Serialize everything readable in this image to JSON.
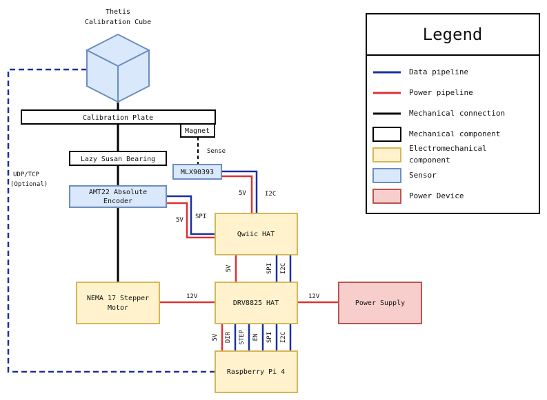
{
  "title": [
    "Thetis",
    "Calibration Cube"
  ],
  "colors": {
    "data": "#1a2fa0",
    "power": "#e03030",
    "mechanical": "#000000",
    "sensor_fill": "#dae8fc",
    "sensor_stroke": "#6c8ebf",
    "electro_fill": "#fff2cc",
    "electro_stroke": "#d6b656",
    "power_fill": "#f8cecc",
    "power_stroke": "#b85450"
  },
  "components": {
    "calibration_plate": "Calibration Plate",
    "magnet": "Magnet",
    "lazy_susan": "Lazy Susan Bearing",
    "mlx": "MLX90393",
    "amt22": [
      "AMT22 Absolute",
      "Encoder"
    ],
    "qwiic": "Qwiic HAT",
    "nema": [
      "NEMA 17 Stepper",
      "Motor"
    ],
    "drv": "DRV8825 HAT",
    "power_supply": "Power Supply",
    "rpi": "Raspberry Pi 4"
  },
  "labels": {
    "sense": "Sense",
    "udp": [
      "UDP/TCP",
      "(Optional)"
    ],
    "mlx_5v": "5V",
    "mlx_i2c": "I2C",
    "enc_5v": "5V",
    "enc_spi": "SPI",
    "qd_5v": "5V",
    "qd_spi": "SPI",
    "qd_i2c": "I2C",
    "motor_12v": "12V",
    "ps_12v": "12V",
    "rpi_5v": "5V",
    "rpi_dir": "DIR",
    "rpi_step": "STEP",
    "rpi_en": "EN",
    "rpi_spi": "SPI",
    "rpi_i2c": "I2C"
  },
  "legend": {
    "title": "Legend",
    "items": {
      "data": "Data pipeline",
      "power": "Power pipeline",
      "mech_conn": "Mechanical connection",
      "mech_comp": "Mechanical component",
      "electro": [
        "Electromechanical",
        "component"
      ],
      "sensor": "Sensor",
      "power_dev": "Power Device"
    }
  }
}
